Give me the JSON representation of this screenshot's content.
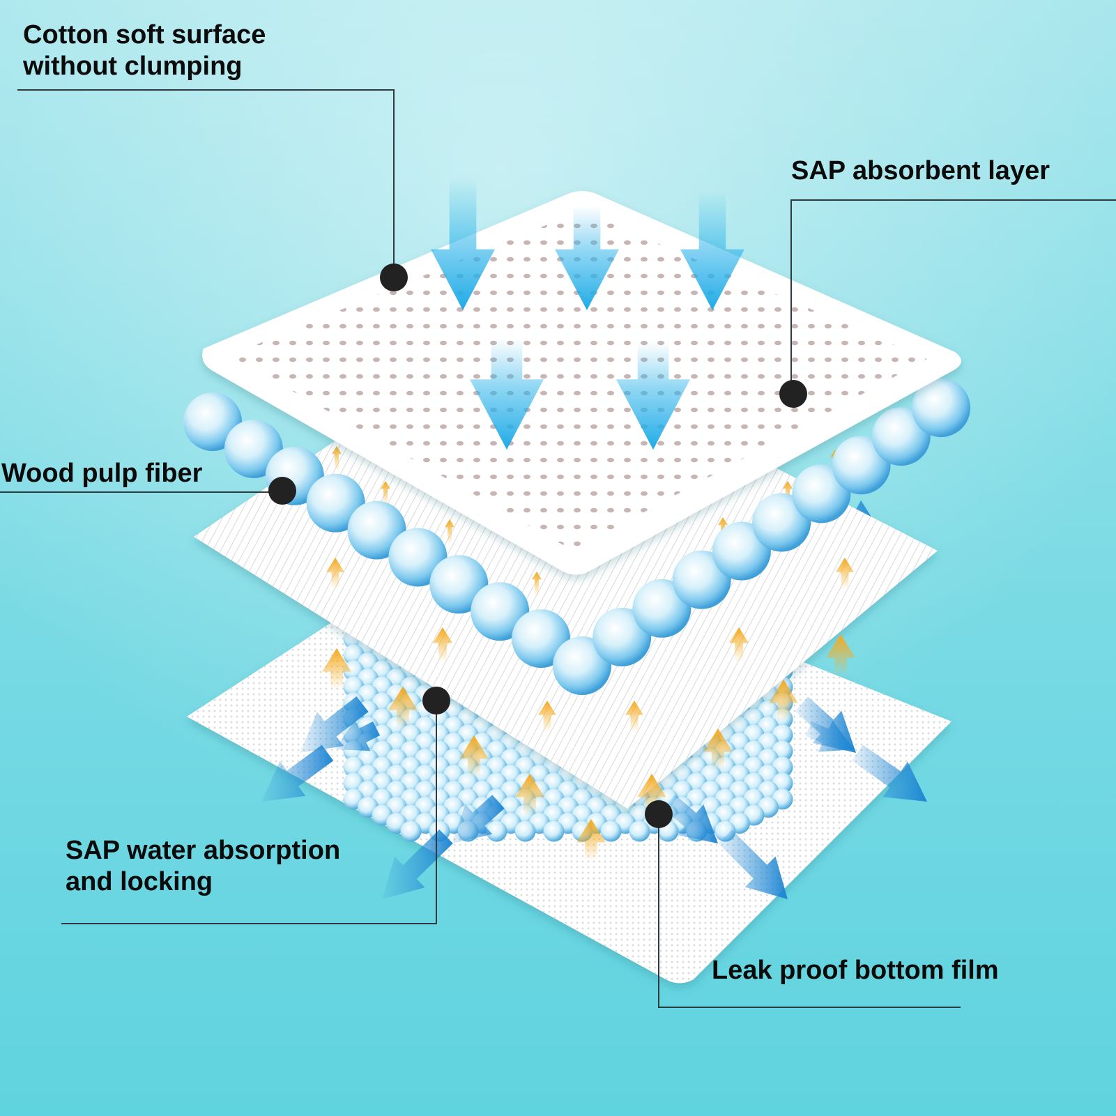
{
  "labels": {
    "cotton_line1": "Cotton soft surface",
    "cotton_line2": "without clumping",
    "sap_layer": "SAP absorbent layer",
    "wood_pulp": "Wood pulp fiber",
    "sap_water_line1": "SAP water absorption",
    "sap_water_line2": "and locking",
    "leak_proof": "Leak proof bottom film"
  },
  "layers": [
    "Cotton soft surface without clumping",
    "SAP absorbent layer",
    "Wood pulp fiber",
    "SAP water absorption and locking",
    "Leak proof bottom film"
  ],
  "colors": {
    "background_top": "#a6e6ec",
    "background_bottom": "#5fd3df",
    "sheet": "#ffffff",
    "hole": "#c8b4b4",
    "bead": "#63b9e8",
    "arrow_down": "#2fb4ea",
    "arrow_side": "#2c8fd6",
    "arrow_up": "#f4b32d",
    "callout_line": "#2e3a3e",
    "callout_dot": "#222222"
  },
  "icons": [
    "down-arrow-icon",
    "side-arrow-icon",
    "up-arrow-icon",
    "callout-dot-icon"
  ]
}
